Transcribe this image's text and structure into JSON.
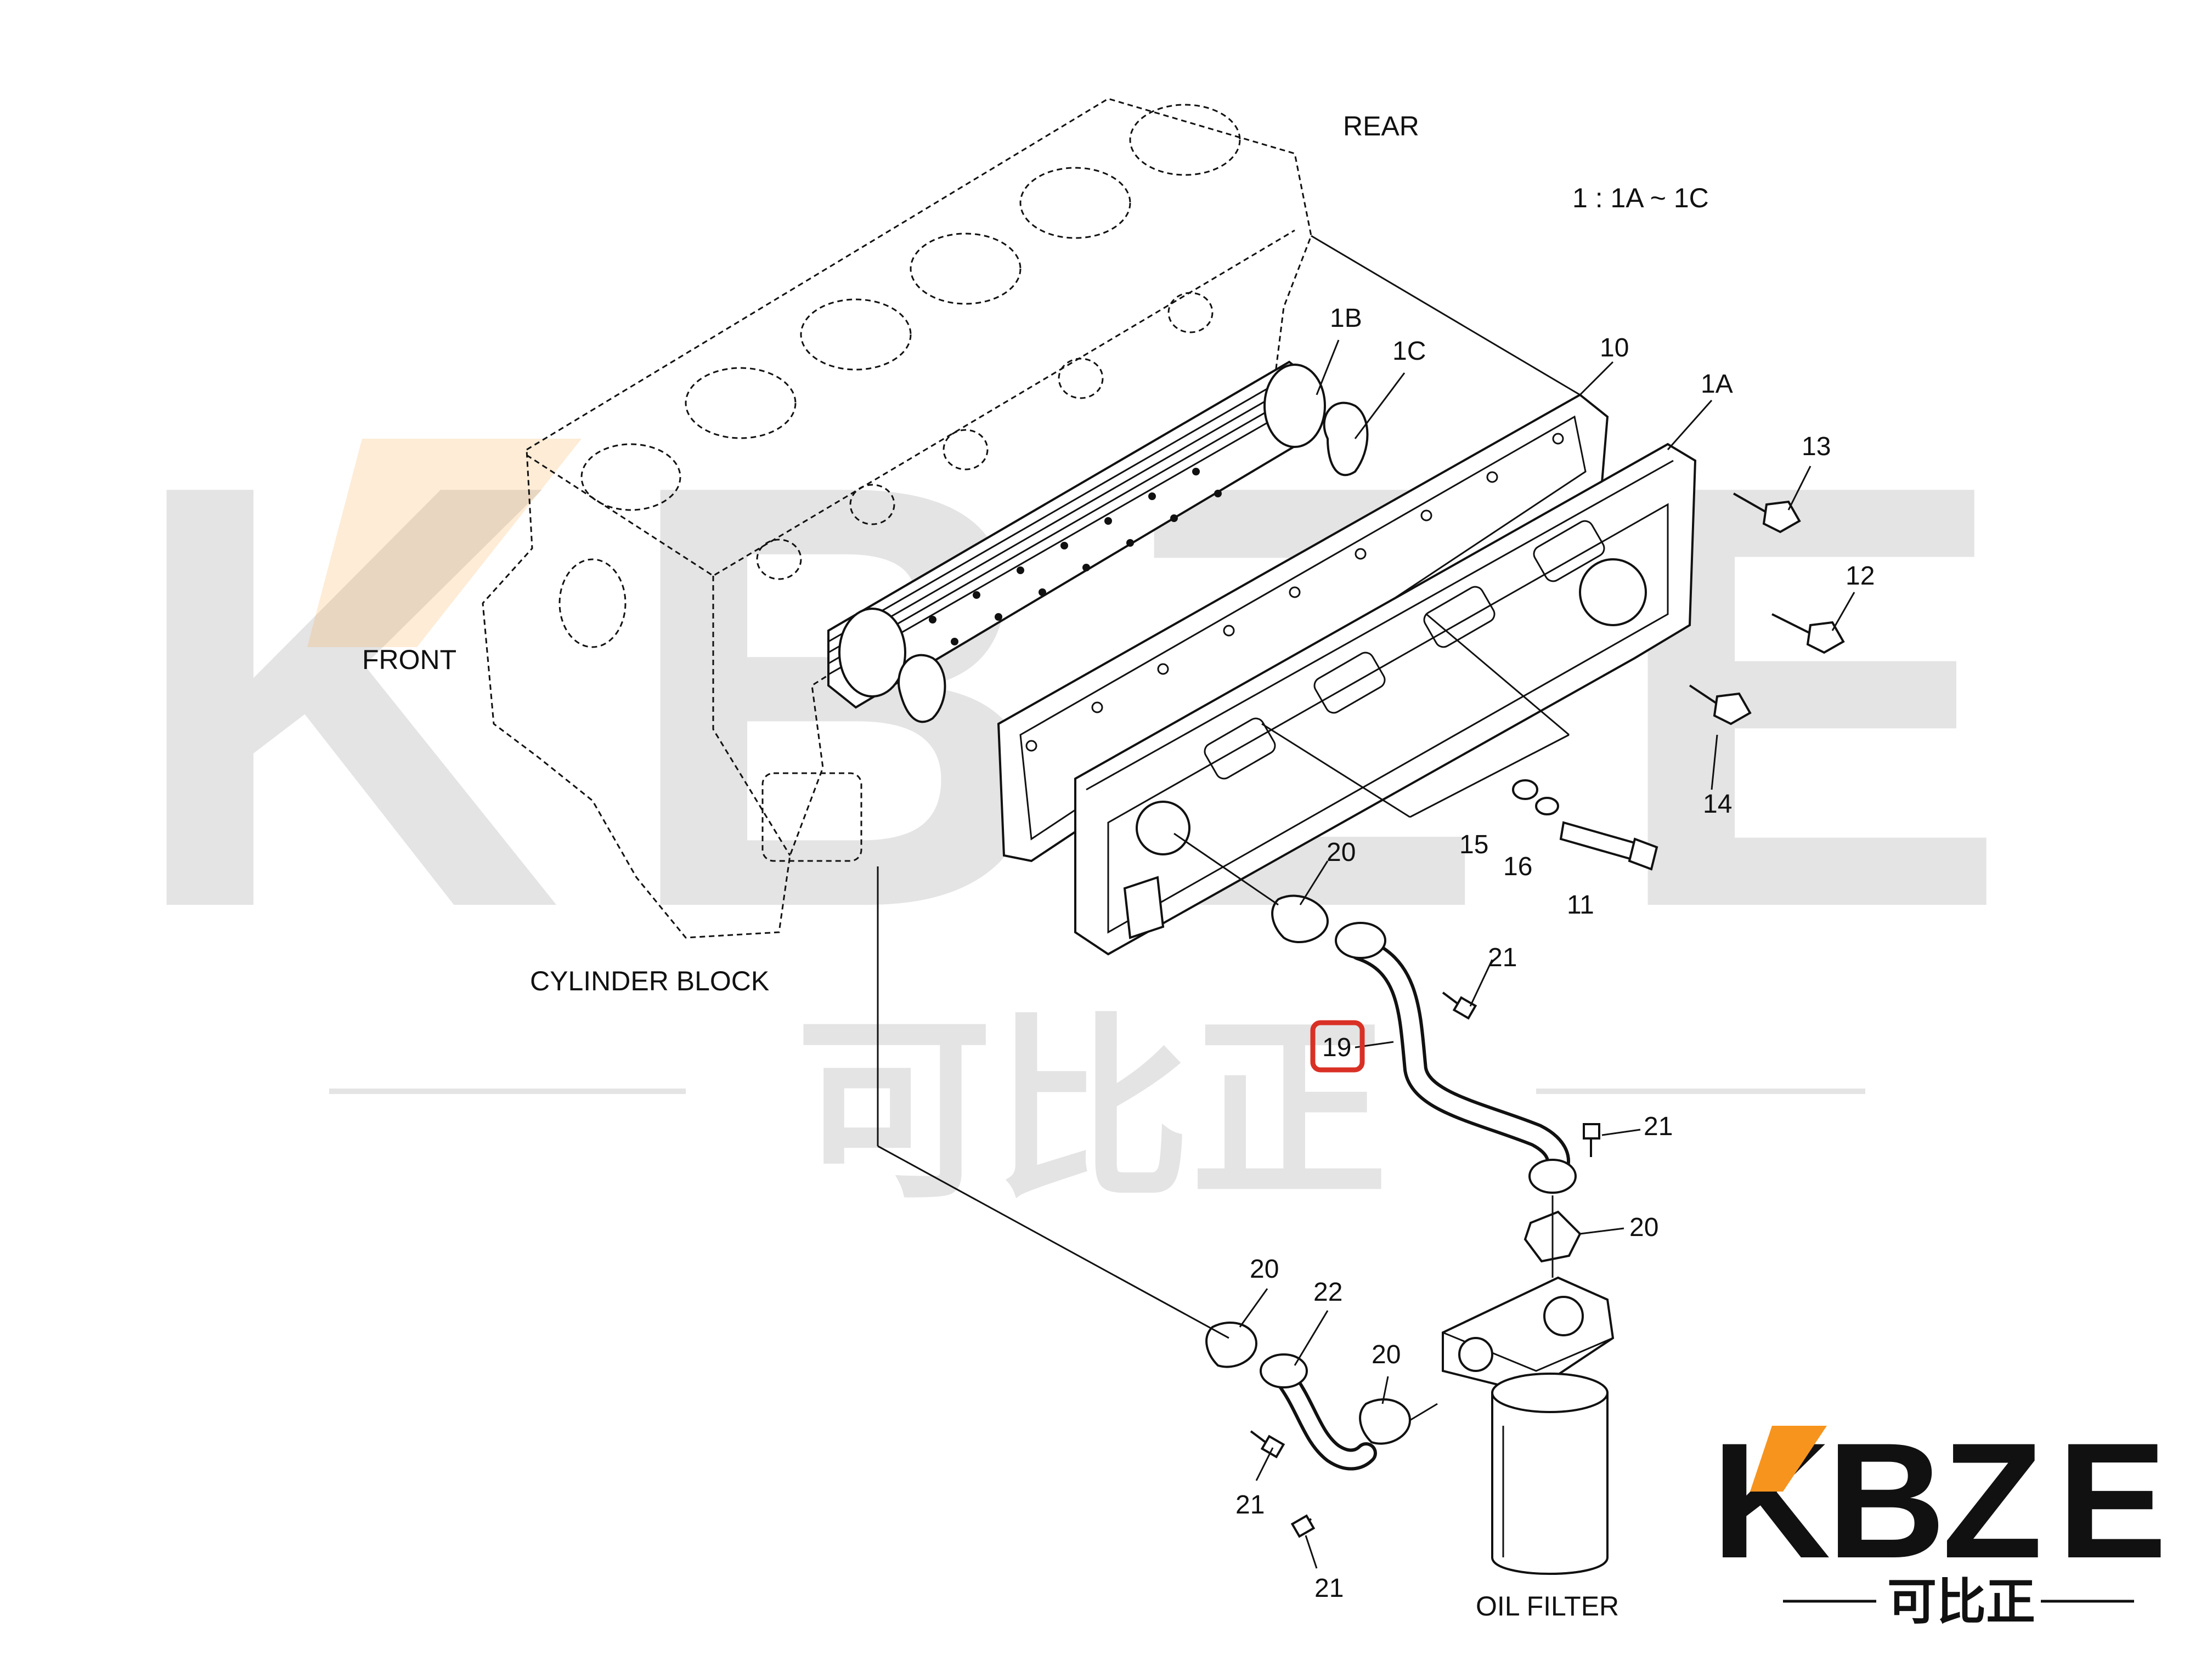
{
  "labels": {
    "rear": "REAR",
    "front": "FRONT",
    "cylinder_block": "CYLINDER BLOCK",
    "oil_filter": "OIL FILTER",
    "ratio_note": "1 : 1A ~ 1C"
  },
  "callouts": {
    "c1b": "1B",
    "c1c": "1C",
    "c10": "10",
    "c1a": "1A",
    "c13": "13",
    "c12": "12",
    "c14": "14",
    "c15": "15",
    "c16": "16",
    "c11": "11",
    "c20a": "20",
    "c21a": "21",
    "c19": "19",
    "c21b": "21",
    "c20b": "20",
    "c20c": "20",
    "c22": "22",
    "c20d": "20",
    "c21c": "21",
    "c21d": "21"
  },
  "highlight": {
    "part": "19",
    "color": "#d93025"
  },
  "watermark": {
    "letters": [
      "K",
      "B",
      "Z",
      "E"
    ],
    "chinese": "可比正",
    "accent_color": "#f7941d"
  },
  "logo": {
    "letters": [
      "K",
      "B",
      "Z",
      "E"
    ],
    "chinese": "可比正",
    "accent_color": "#f7941d"
  }
}
